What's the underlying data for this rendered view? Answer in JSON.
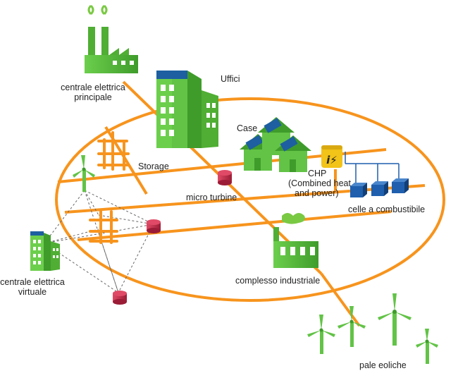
{
  "labels": {
    "central_plant": [
      "centrale elettrica",
      "principale"
    ],
    "offices": "Uffici",
    "houses": "Case",
    "storage": "Storage",
    "chp": [
      "CHP",
      "(Combined heat",
      "and power)"
    ],
    "micro_turbine": "micro turbine",
    "fuel_cells": "celle a combustibile",
    "virtual_plant": [
      "centrale elettrica",
      "virtuale"
    ],
    "industrial": "complesso industriale",
    "wind_farm": "pale eoliche"
  },
  "icons": {
    "chp_symbol": "i⚡"
  },
  "colors": {
    "grid_line": "#f7941d",
    "building_green": "#62c346",
    "building_dark": "#3f9c2b",
    "windows": "#ffffff",
    "solar_panel": "#1d5fa0",
    "turbine_red": "#c8284a",
    "fuel_cell_blue": "#1f5fae",
    "chp_yellow": "#f2c318",
    "smoke_green": "#7ac943",
    "virtual_link": "#666666"
  }
}
